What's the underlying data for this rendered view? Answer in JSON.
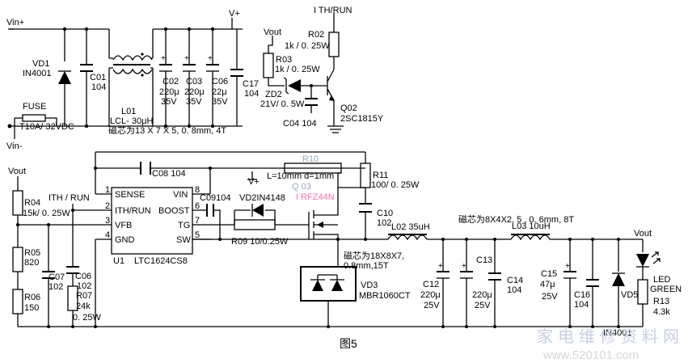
{
  "figure": {
    "caption": "图5",
    "watermark_cn": "家电维修资料网",
    "watermark_url": "www.520101.com"
  },
  "labels": {
    "vin_plus": "Vin+",
    "vin_minus": "Vin-",
    "vout_top": "Vout",
    "vout_left": "Vout",
    "vout_right": "Vout",
    "ith_run_top": "I TH/RUN",
    "ith_run_left": "ITH / RUN",
    "vplus_top": "V+",
    "vplus_mid": "V+",
    "vd1": "VD1",
    "vd1_val": "IN4001",
    "c01": "C01",
    "c01_val": "104",
    "fuse": "FUSE",
    "fuse_val": "T10A/ 32VDC",
    "l01": "L01",
    "l01_val": "LCL- 30μH",
    "l01_core": "磁芯为13 X 7 X 5, 0. 8mm, 4T",
    "c02": "C02",
    "c02_v1": "220μ",
    "c02_v2": "35V",
    "c03": "C03",
    "c03_v1": "220μ",
    "c03_v2": "35V",
    "c06": "C06",
    "c06_v1": "22μ",
    "c06_v2": "35V",
    "c17": "C17",
    "c17_val": "104",
    "r02": "R02",
    "r02_val": "1k / 0. 25W",
    "r03": "R03",
    "r03_val": "1k / 0. 25W",
    "zd2": "ZD2",
    "zd2_val": "21V/ 0. 5W",
    "c04": "C04 104",
    "q02": "Q02",
    "q02_val": "2SC1815Y",
    "r10": "R10",
    "r10_dims": "L=10mm d=1mm",
    "q03": "Q 03",
    "irfz": "I RFZ44N",
    "r11": "R11",
    "r11_val": "100/ 0. 25W",
    "c08": "C08  104",
    "c09": "C09104",
    "vd2": "VD2IN4148",
    "r09": "R09  10/0.25W",
    "c10": "C10",
    "c10_val": "102",
    "r04": "R04",
    "r04_val": "15k/ 0. 25W",
    "r05": "R05",
    "r05_val": "820",
    "r06": "R06",
    "r06_val": "150",
    "c07": "C07",
    "c07_val": "102",
    "c06b": "C06",
    "c06b_val": "102",
    "r07": "R07",
    "r07_v1": "24k",
    "r07_v2": "0. 25W",
    "u1": "U1",
    "u1_part": "LTC1624CS8",
    "pin_sense": "SENSE",
    "pin_ith": "ITH/RUN",
    "pin_vfb": "VFB",
    "pin_gnd": "GND",
    "pin_vin": "VIN",
    "pin_boost": "BOOST",
    "pin_tg": "TG",
    "pin_sw": "SW",
    "pins_left": [
      "1",
      "2",
      "3",
      "4"
    ],
    "pins_right": [
      "8",
      "6",
      "7",
      "5"
    ],
    "l02": "L02  35uH",
    "l02_core1": "磁芯为18X8X7,",
    "l02_core2": "0.8mm,15T",
    "vd3": "VD3",
    "vd3_val": "MBR1060CT",
    "l03_core": "磁芯为8X4X2. 5 , 0. 6mm, 8T",
    "l03": "L03  10uH",
    "c12": "C12",
    "c12_v1": "220μ",
    "c12_v2": "25V",
    "c13": "C13",
    "c13_v1": "220μ",
    "c13_v2": "25V",
    "c14": "C14",
    "c14_val": "104",
    "c15": "C15",
    "c15_v1": "47μ",
    "c15_v2": "25V",
    "c16": "C16",
    "c16_val": "104",
    "vd5": "VD5",
    "vd5_val": "IN4001",
    "led": "LED",
    "led_val": "GREEN",
    "r13": "R13",
    "r13_val": "4.3k"
  }
}
